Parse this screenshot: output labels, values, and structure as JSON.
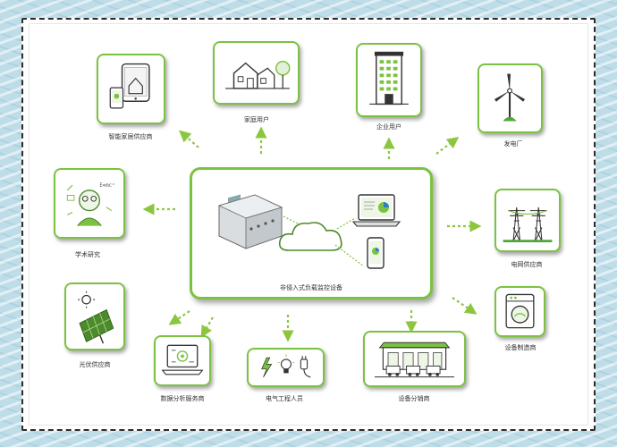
{
  "nodes": {
    "smart_home": "智能家居供应商",
    "household": "家庭用户",
    "enterprise": "企业用户",
    "power_plant": "发电厂",
    "academic": "学术研究",
    "grid": "电网供应商",
    "solar": "光伏供应商",
    "device_maker": "设备制造商",
    "data_service": "数据分析服务商",
    "electrician": "电气工程人员",
    "distributor": "设备分销商"
  },
  "center": {
    "label": "非侵入式负载监控设备"
  },
  "colors": {
    "accent": "#7cc242",
    "arrow": "#8cc63f",
    "wave": "#bfdde8"
  },
  "icons": [
    "home-tablet-icon",
    "house-icon",
    "office-building-icon",
    "wind-turbine-icon",
    "scientist-icon",
    "power-tower-icon",
    "solar-panel-icon",
    "washing-machine-icon",
    "laptop-analytics-icon",
    "electric-tools-icon",
    "distribution-center-icon",
    "monitor-device-icon",
    "cloud-icon",
    "laptop-icon",
    "smartphone-icon"
  ]
}
